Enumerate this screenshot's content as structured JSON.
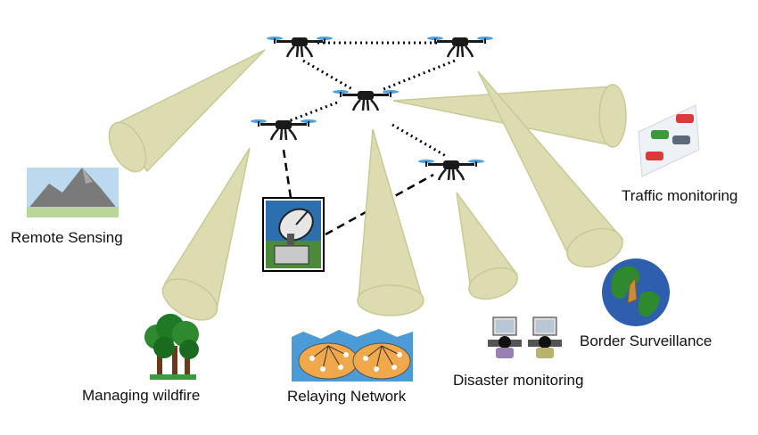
{
  "labels": {
    "remote_sensing": "Remote Sensing",
    "traffic_monitoring": "Traffic monitoring",
    "managing_wildfire": "Managing wildfire",
    "relaying_network": "Relaying Network",
    "disaster_monitoring": "Disaster monitoring",
    "border_surveillance": "Border Surveillance"
  },
  "colors": {
    "cone_fill": "#dcdcb0",
    "cone_stroke": "#c9c996",
    "drone_body": "#1a1a1a",
    "propeller": "#4aa3e0",
    "link": "#000000"
  },
  "icons": [
    "drone-icon",
    "ground-station-icon",
    "mountain-icon",
    "trees-icon",
    "network-map-icon",
    "cars-icon",
    "globe-icon",
    "computer-operator-icon"
  ]
}
